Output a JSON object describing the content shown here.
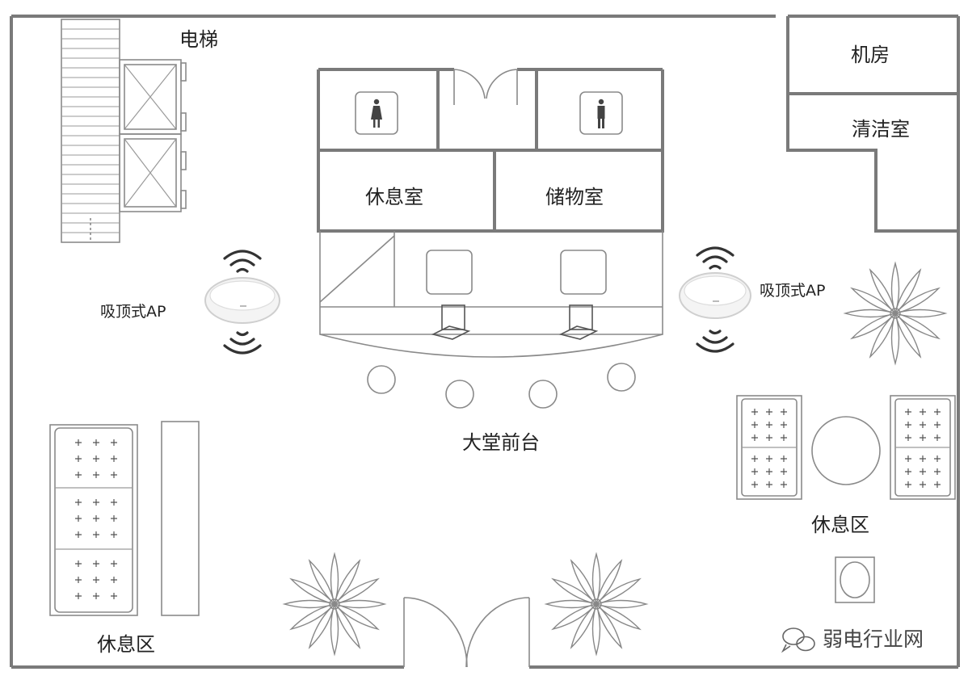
{
  "labels": {
    "elevator": "电梯",
    "machine_room": "机房",
    "cleaning_room": "清洁室",
    "lounge_room": "休息室",
    "storage_room": "储物室",
    "ap_left": "吸顶式AP",
    "ap_right": "吸顶式AP",
    "front_desk": "大堂前台",
    "rest_area_left": "休息区",
    "rest_area_right": "休息区"
  },
  "watermark": {
    "text": "弱电行业网"
  },
  "icons": [
    "restroom-female-icon",
    "restroom-male-icon",
    "wifi-signal-icon",
    "ceiling-ap-icon",
    "potted-plant-icon",
    "computer-icon",
    "stool-icon",
    "sofa-icon",
    "door-swing-icon",
    "wechat-icon"
  ]
}
